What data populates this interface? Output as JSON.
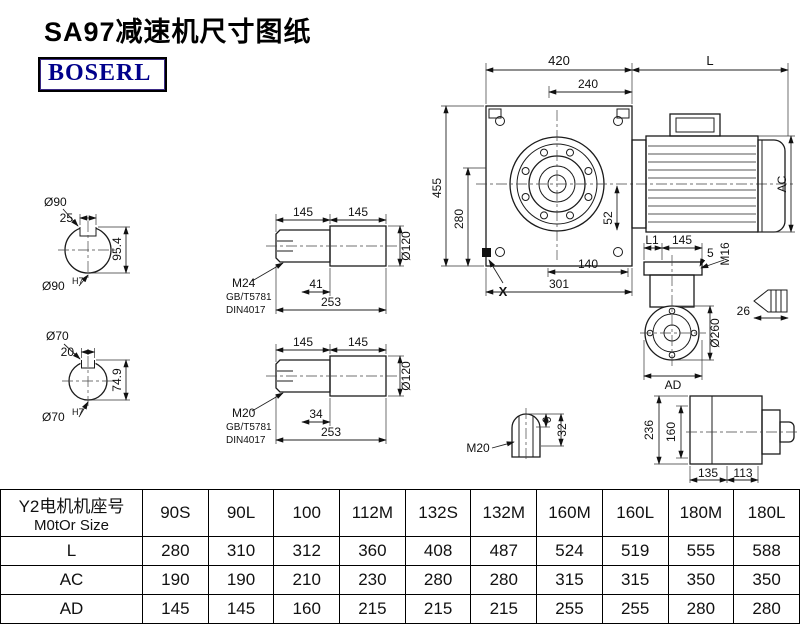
{
  "page": {
    "title": "SA97减速机尺寸图纸",
    "brand": "BOSERL"
  },
  "dims": {
    "main": {
      "d420": "420",
      "dL": "L",
      "d240": "240",
      "d455": "455",
      "d280": "280",
      "d52": "52",
      "dAC": "AC",
      "d140": "140",
      "d301": "301",
      "dX": "X"
    },
    "shaft90": {
      "dia": "Ø90",
      "key": "25",
      "height": "95.4",
      "bore": "Ø90",
      "tol": "H7"
    },
    "shaft70": {
      "dia": "Ø70",
      "key": "20",
      "height": "74.9",
      "bore": "Ø70",
      "tol": "H7"
    },
    "shaft_top": {
      "d145a": "145",
      "d145b": "145",
      "d120": "Ø120",
      "thread": "M24",
      "std1": "GB/T5781",
      "std2": "DIN4017",
      "d41": "41",
      "d253": "253"
    },
    "shaft_bottom": {
      "d145a": "145",
      "d145b": "145",
      "d120": "Ø120",
      "thread": "M20",
      "std1": "GB/T5781",
      "std2": "DIN4017",
      "d34": "34",
      "d253": "253"
    },
    "side": {
      "dL1": "L1",
      "d145": "145",
      "d5": "5",
      "dM16": "M16",
      "d260": "Ø260",
      "d26": "26",
      "dAD": "AD"
    },
    "key": {
      "d6": "6",
      "d32": "32",
      "dM20": "M20"
    },
    "rear": {
      "d236": "236",
      "d160": "160",
      "d135": "135",
      "d113": "113"
    }
  },
  "table": {
    "header": {
      "line1": "Y2电机机座号",
      "line2": "M0tOr Size"
    },
    "columns": [
      "90S",
      "90L",
      "100",
      "112M",
      "132S",
      "132M",
      "160M",
      "160L",
      "180M",
      "180L"
    ],
    "rows": [
      {
        "label": "L",
        "values": [
          "280",
          "310",
          "312",
          "360",
          "408",
          "487",
          "524",
          "519",
          "555",
          "588"
        ]
      },
      {
        "label": "AC",
        "values": [
          "190",
          "190",
          "210",
          "230",
          "280",
          "280",
          "315",
          "315",
          "350",
          "350"
        ]
      },
      {
        "label": "AD",
        "values": [
          "145",
          "145",
          "160",
          "215",
          "215",
          "215",
          "255",
          "255",
          "280",
          "280"
        ]
      }
    ]
  }
}
